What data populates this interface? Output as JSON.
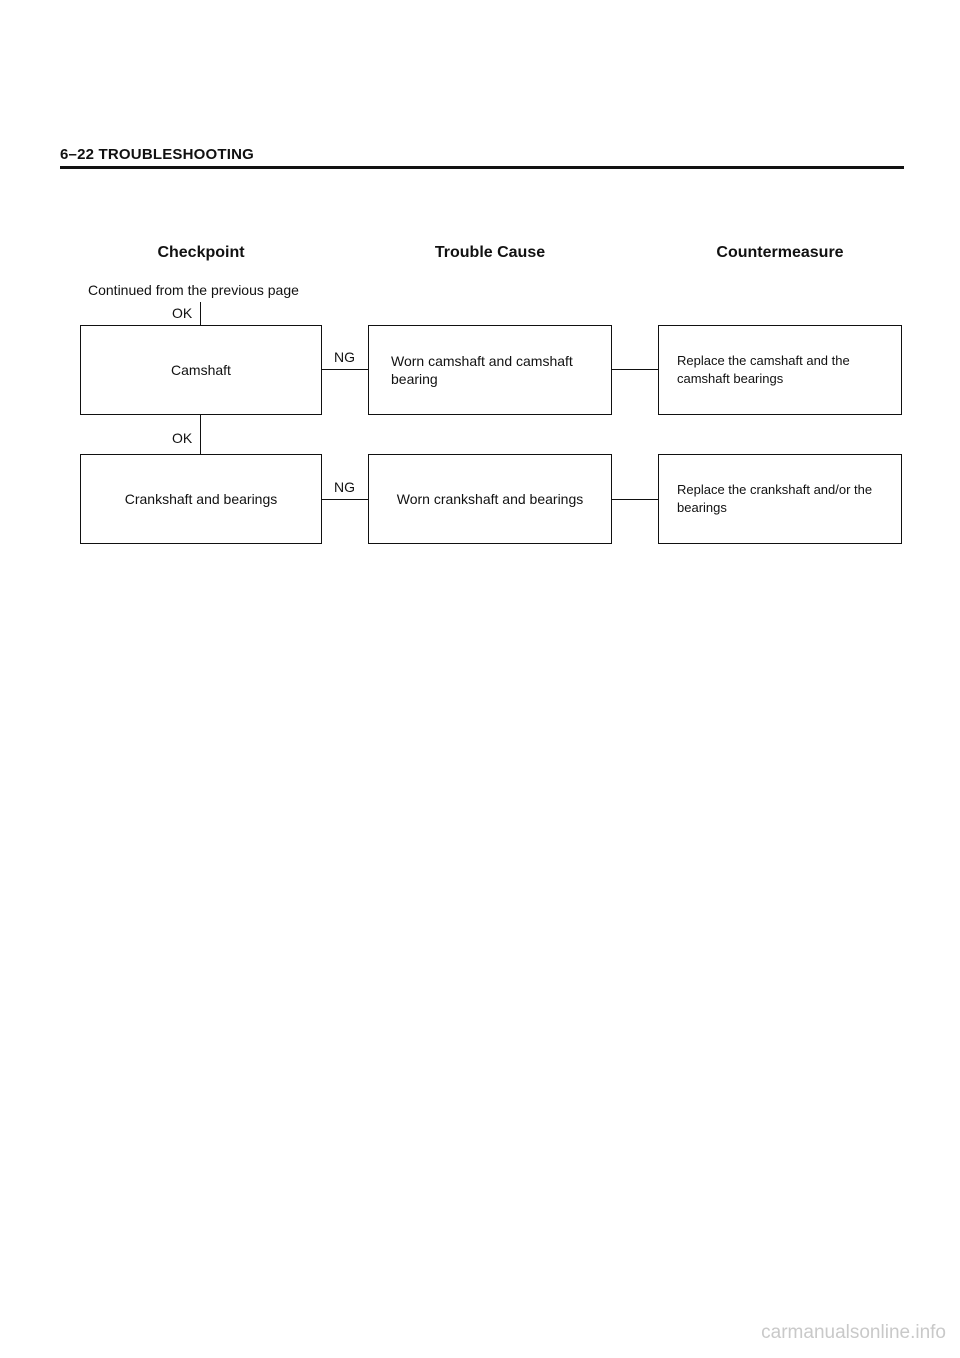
{
  "header": {
    "title": "6–22 TROUBLESHOOTING"
  },
  "columns": {
    "checkpoint": "Checkpoint",
    "trouble_cause": "Trouble Cause",
    "countermeasure": "Countermeasure"
  },
  "intro": "Continued from the previous page",
  "flow": [
    {
      "ok_label": "OK",
      "checkpoint": "Camshaft",
      "ng_label": "NG",
      "cause": "Worn camshaft and camshaft bearing",
      "measure": "Replace the camshaft and the camshaft bearings"
    },
    {
      "ok_label": "OK",
      "checkpoint": "Crankshaft and bearings",
      "ng_label": "NG",
      "cause": "Worn crankshaft and bearings",
      "measure": "Replace the crankshaft and/or the bearings"
    }
  ],
  "footer": {
    "watermark": "carmanualsonline.info"
  }
}
